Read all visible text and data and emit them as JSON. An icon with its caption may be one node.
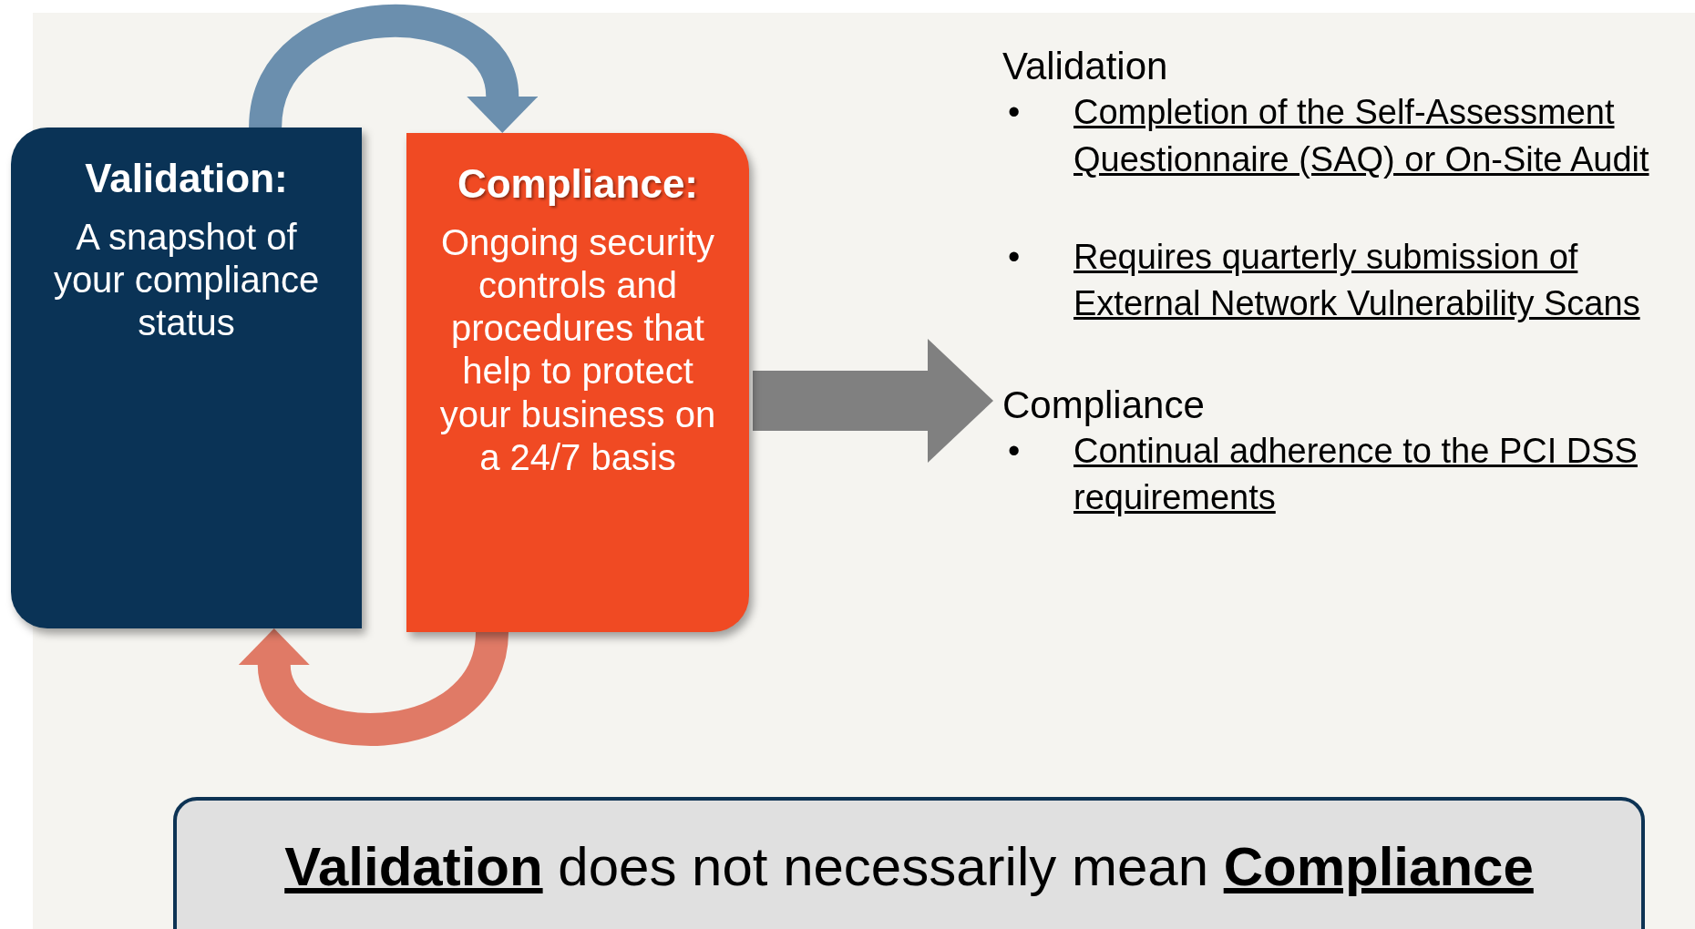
{
  "diagram": {
    "nodes": [
      {
        "text": [
          "Validation:",
          "A snapshot of your compliance status"
        ]
      },
      {
        "text": [
          "Compliance:",
          "Ongoing security controls and procedures that help to protect your business on a 24/7 basis"
        ]
      },
      {
        "text": [
          "Validation",
          "Completion of the Self-Assessment Questionnaire (SAQ) or On-Site Audit",
          "Requires quarterly submission of External Network Vulnerability Scans",
          "Compliance",
          "Continual adherence to the PCI DSS requirements"
        ]
      },
      {
        "text": [
          "**Validation** does not necessarily mean **Compliance**"
        ]
      }
    ],
    "edges": [
      {
        "from": 0,
        "to": 1,
        "arrow": "to",
        "color": "#6b8fae"
      },
      {
        "from": 1,
        "to": 0,
        "arrow": "to",
        "color": "#e07a66"
      },
      {
        "from": 1,
        "to": 2,
        "arrow": "to",
        "style": "thick",
        "color": "#808080"
      }
    ],
    "labels": [
      "•",
      "•",
      "•"
    ]
  }
}
